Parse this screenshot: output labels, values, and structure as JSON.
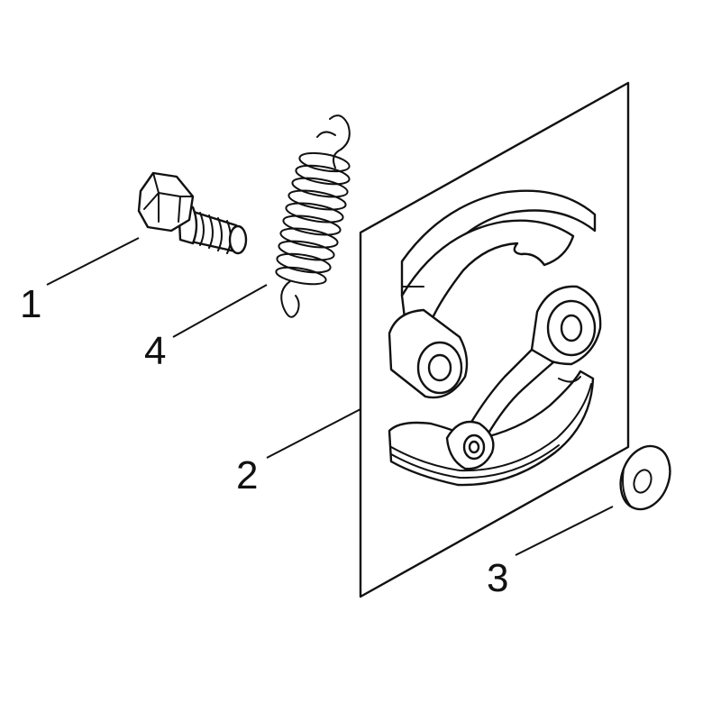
{
  "callouts": [
    {
      "id": "1",
      "text": "1"
    },
    {
      "id": "2",
      "text": "2"
    },
    {
      "id": "3",
      "text": "3"
    },
    {
      "id": "4",
      "text": "4"
    }
  ],
  "colors": {
    "line": "#111111",
    "background": "#ffffff"
  },
  "parts": [
    "bolt",
    "spring",
    "clutch-shoe-assembly",
    "washer"
  ]
}
